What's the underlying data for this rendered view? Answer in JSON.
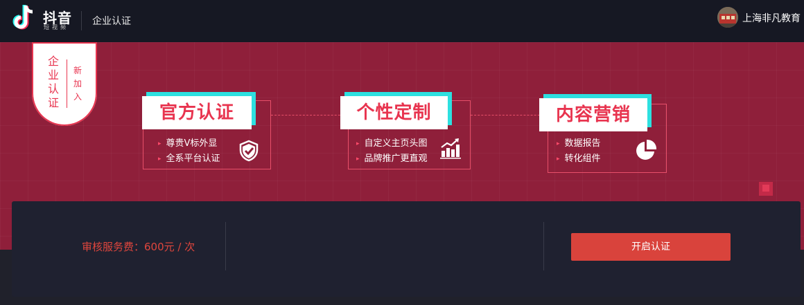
{
  "header": {
    "brand_name": "抖音",
    "brand_sub": "短视频",
    "page_title": "企业认证",
    "username": "上海非凡教育"
  },
  "badge": {
    "main": "企业认证",
    "sub": "新加入"
  },
  "features": [
    {
      "title": "官方认证",
      "bullets": [
        "尊贵V标外显",
        "全系平台认证"
      ],
      "icon": "shield-check-icon"
    },
    {
      "title": "个性定制",
      "bullets": [
        "自定义主页头图",
        "品牌推广更直观"
      ],
      "icon": "bar-chart-trend-icon"
    },
    {
      "title": "内容营销",
      "bullets": [
        "数据报告",
        "转化组件"
      ],
      "icon": "pie-chart-icon"
    }
  ],
  "service": {
    "fee_text": "审核服务费：600元 / 次",
    "cta_label": "开启认证"
  },
  "colors": {
    "accent": "#e8344f",
    "banner": "#8f1f3a",
    "cyan": "#2de0e0",
    "cta": "#d9433c"
  }
}
